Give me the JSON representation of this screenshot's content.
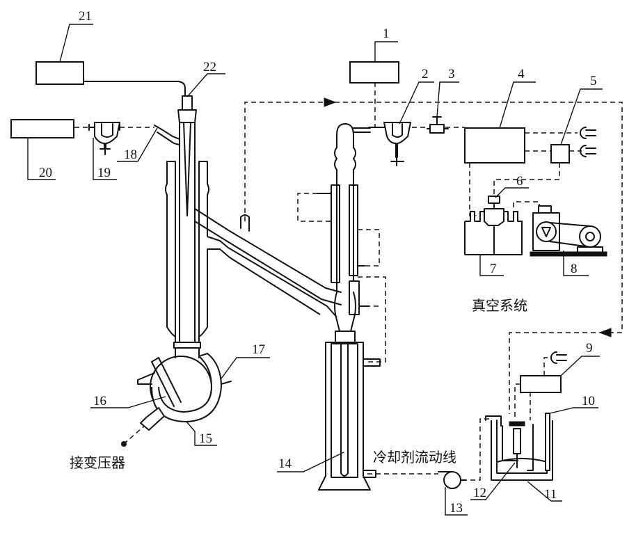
{
  "labels": {
    "l1": "1",
    "l2": "2",
    "l3": "3",
    "l4": "4",
    "l5": "5",
    "l6": "6",
    "l7": "7",
    "l8": "8",
    "l9": "9",
    "l10": "10",
    "l11": "11",
    "l12": "12",
    "l13": "13",
    "l14": "14",
    "l15": "15",
    "l16": "16",
    "l17": "17",
    "l18": "18",
    "l19": "19",
    "l20": "20",
    "l21": "21",
    "l22": "22"
  },
  "captions": {
    "vacuum_system": "真空系统",
    "coolant_flow_line": "冷却剂流动线",
    "to_transformer": "接变压器"
  }
}
